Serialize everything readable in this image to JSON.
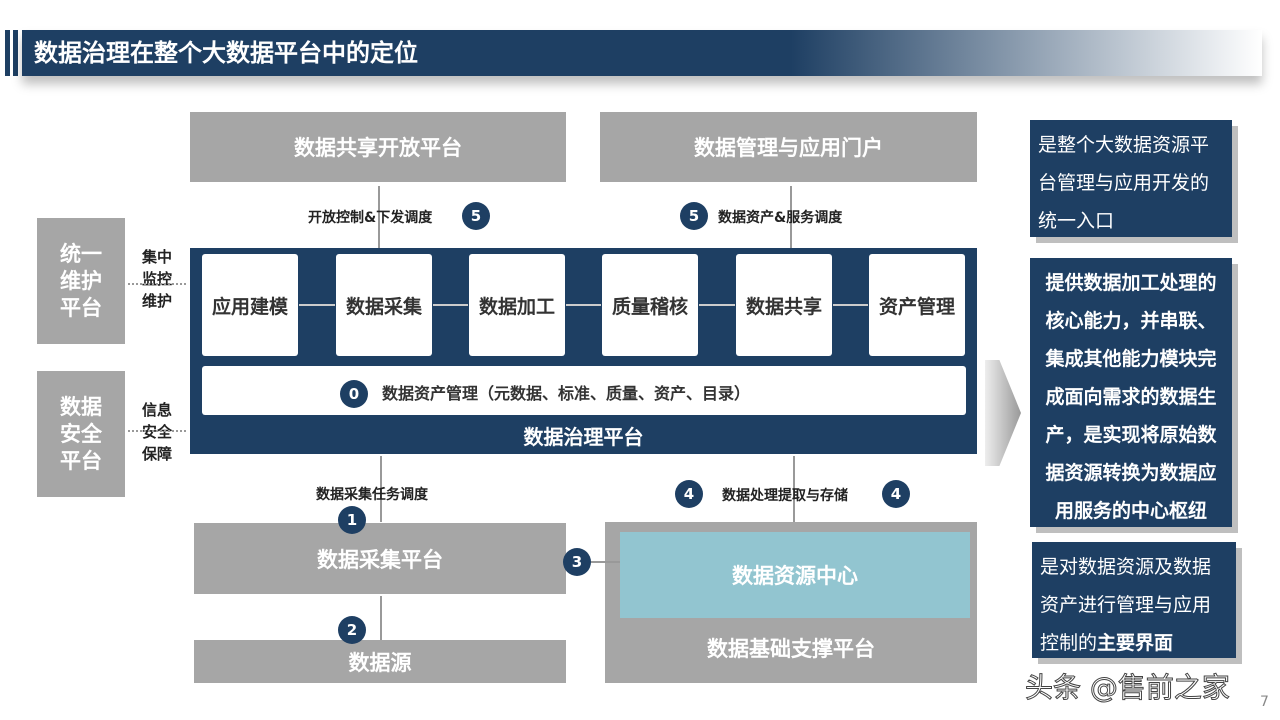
{
  "title": "数据治理在整个大数据平台中的定位",
  "top_boxes": [
    "数据共享开放平台",
    "数据管理与应用门户"
  ],
  "top_links": [
    {
      "num": "5",
      "label": "开放控制&下发调度"
    },
    {
      "num": "5",
      "label": "数据资产&服务调度"
    }
  ],
  "left_boxes": [
    {
      "label": "统一维护平台",
      "link": "集中监控维护"
    },
    {
      "label": "数据安全平台",
      "link": "信息安全保障"
    }
  ],
  "modules": [
    "应用建模",
    "数据采集",
    "数据加工",
    "质量稽核",
    "数据共享",
    "资产管理"
  ],
  "asset_bar": {
    "num": "0",
    "label": "数据资产管理（元数据、标准、质量、资产、目录）"
  },
  "governance_title": "数据治理平台",
  "bottom_links": [
    {
      "num": "1",
      "label": "数据采集任务调度"
    },
    {
      "num": "4",
      "label": "数据处理提取与存储"
    },
    {
      "num": "4"
    },
    {
      "num": "3"
    },
    {
      "num": "2"
    }
  ],
  "collect_platform": "数据采集平台",
  "data_source": "数据源",
  "resource_center": "数据资源中心",
  "support_platform": "数据基础支撑平台",
  "notes": [
    "是整个大数据资源平台管理与应用开发的统一入口",
    "提供数据加工处理的核心能力，并串联、集成其他能力模块完成面向需求的数据生产，是实现将原始数据资源转换为数据应用服务的中心枢纽",
    {
      "plain": "是对数据资源及数据资产进行管理与应用控制的",
      "bold": "主要界面"
    }
  ],
  "watermark": "头条 @售前之家",
  "page_number": "7",
  "colors": {
    "navy": "#1e3f63",
    "gray": "#a6a6a6",
    "teal": "#92c5d0"
  }
}
